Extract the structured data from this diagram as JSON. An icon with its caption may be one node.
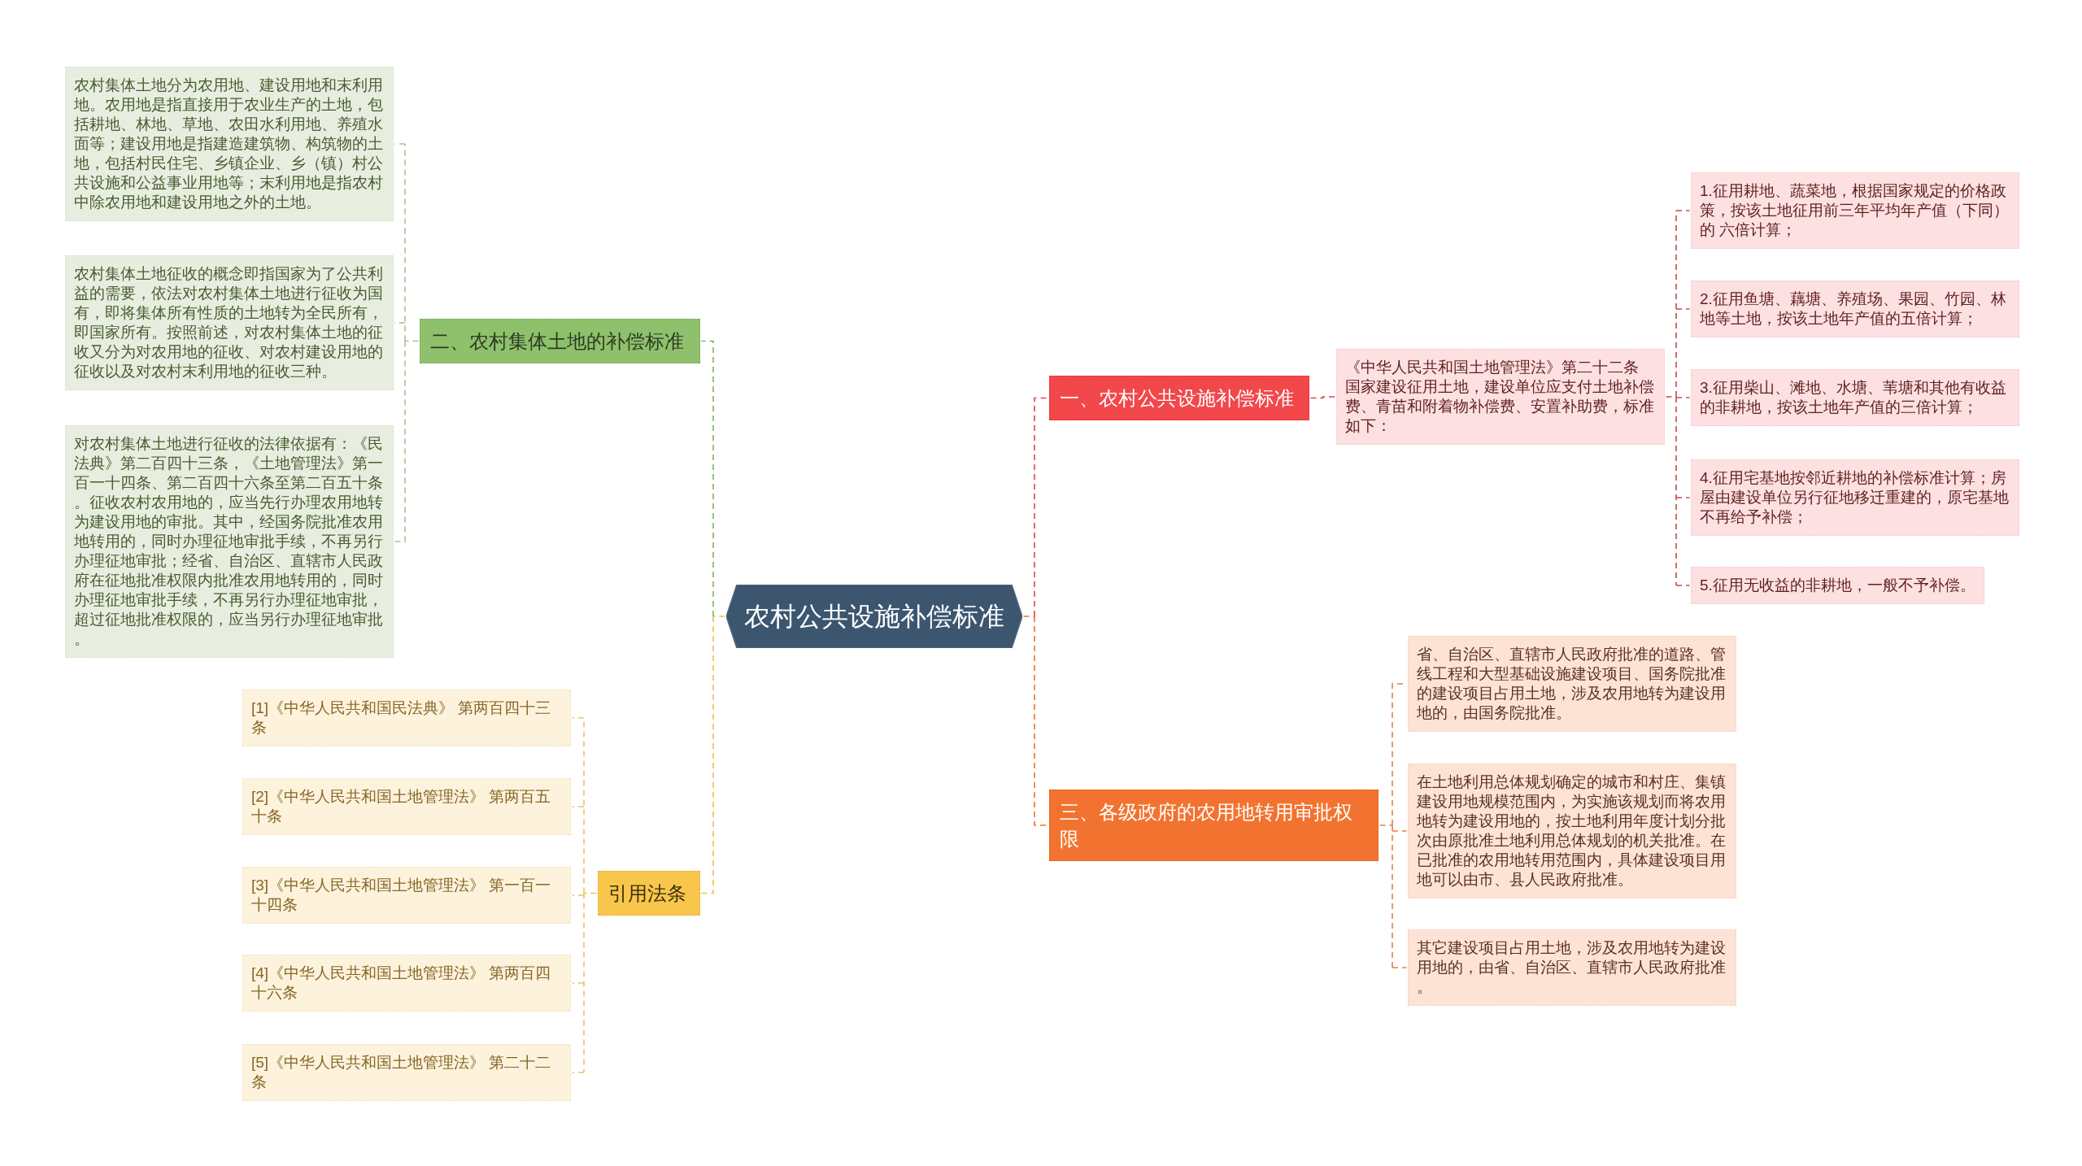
{
  "diagram": {
    "nodes": [
      {
        "text": [
          "农村公共设施补偿标准"
        ]
      },
      {
        "text": [
          "一、农村公共设施补偿标准"
        ]
      },
      {
        "text": [
          "《中华人民共和国土地管理法》第二十二条",
          "国家建设征用土地，建设单位应支付土地补偿费、青苗和附着物补偿费、安置补助费，标准如下："
        ]
      },
      {
        "text": [
          "1.征用耕地、蔬菜地，根据国家规定的价格政策，按该土地征用前三年平均年产值（下同）的 六倍计算；"
        ]
      },
      {
        "text": [
          "2.征用鱼塘、藕塘、养殖场、果园、竹园、林地等土地，按该土地年产值的五倍计算；"
        ]
      },
      {
        "text": [
          "3.征用柴山、滩地、水塘、苇塘和其他有收益的非耕地，按该土地年产值的三倍计算；"
        ]
      },
      {
        "text": [
          "4.征用宅基地按邻近耕地的补偿标准计算；房屋由建设单位另行征地移迁重建的，原宅基地不再给予补偿；"
        ]
      },
      {
        "text": [
          "5.征用无收益的非耕地，一般不予补偿。"
        ]
      },
      {
        "text": [
          "二、农村集体土地的补偿标准"
        ]
      },
      {
        "text": [
          "农村集体土地分为农用地、建设用地和末利用地。农用地是指直接用于农业生产的土地，包括耕地、林地、草地、农田水利用地、养殖水面等；建设用地是指建造建筑物、构筑物的土地，包括村民住宅、乡镇企业、乡（镇）村公共设施和公益事业用地等；末利用地是指农村中除农用地和建设用地之外的土地。"
        ]
      },
      {
        "text": [
          "农村集体土地征收的概念即指国家为了公共利益的需要，依法对农村集体土地进行征收为国有，即将集体所有性质的土地转为全民所有，即国家所有。按照前述，对农村集体土地的征收又分为对农用地的征收、对农村建设用地的征收以及对农村末利用地的征收三种。"
        ]
      },
      {
        "text": [
          "对农村集体土地进行征收的法律依据有：《民法典》第二百四十三条，《土地管理法》第一百一十四条、第二百四十六条至第二百五十条。征收农村农用地的，应当先行办理农用地转为建设用地的审批。其中，经国务院批准农用地转用的，同时办理征地审批手续，不再另行办理征地审批；经省、自治区、直辖市人民政府在征地批准权限内批准农用地转用的，同时办理征地审批手续，不再另行办理征地审批，超过征地批准权限的，应当另行办理征地审批。"
        ]
      },
      {
        "text": [
          "三、各级政府的农用地转用审批权限"
        ]
      },
      {
        "text": [
          "省、自治区、直辖市人民政府批准的道路、管线工程和大型基础设施建设项目、国务院批准的建设项目占用土地，涉及农用地转为建设用地的，由国务院批准。"
        ]
      },
      {
        "text": [
          "在土地利用总体规划确定的城市和村庄、集镇建设用地规模范围内，为实施该规划而将农用地转为建设用地的，按土地利用年度计划分批次由原批准土地利用总体规划的机关批准。在已批准的农用地转用范围内，具体建设项目用地可以由市、县人民政府批准。"
        ]
      },
      {
        "text": [
          "其它建设项目占用土地，涉及农用地转为建设用地的，由省、自治区、直辖市人民政府批准。"
        ]
      },
      {
        "text": [
          "引用法条"
        ]
      },
      {
        "text": [
          "[1]《中华人民共和国民法典》 第两百四十三条"
        ]
      },
      {
        "text": [
          "[2]《中华人民共和国土地管理法》 第两百五十条"
        ]
      },
      {
        "text": [
          "[3]《中华人民共和国土地管理法》 第一百一十四条"
        ]
      },
      {
        "text": [
          "[4]《中华人民共和国土地管理法》 第两百四十六条"
        ]
      },
      {
        "text": [
          "[5]《中华人民共和国土地管理法》 第二十二条"
        ]
      }
    ],
    "edges": [
      {
        "from": 0,
        "to": 1,
        "arrow": "none",
        "style": "dashed",
        "color": "#e04549"
      },
      {
        "from": 1,
        "to": 2,
        "arrow": "none",
        "style": "dashed",
        "color": "#e04549"
      },
      {
        "from": 2,
        "to": 3,
        "arrow": "none",
        "style": "dashed",
        "color": "#c9474a"
      },
      {
        "from": 2,
        "to": 4,
        "arrow": "none",
        "style": "dashed",
        "color": "#c9474a"
      },
      {
        "from": 2,
        "to": 5,
        "arrow": "none",
        "style": "dashed",
        "color": "#c9474a"
      },
      {
        "from": 2,
        "to": 6,
        "arrow": "none",
        "style": "dashed",
        "color": "#c9474a"
      },
      {
        "from": 2,
        "to": 7,
        "arrow": "none",
        "style": "dashed",
        "color": "#c9474a"
      },
      {
        "from": 0,
        "to": 8,
        "arrow": "none",
        "style": "dashed",
        "color": "#7fb35c"
      },
      {
        "from": 8,
        "to": 9,
        "arrow": "none",
        "style": "dashed",
        "color": "#a8c48e"
      },
      {
        "from": 8,
        "to": 10,
        "arrow": "none",
        "style": "dashed",
        "color": "#a8c48e"
      },
      {
        "from": 8,
        "to": 11,
        "arrow": "none",
        "style": "dashed",
        "color": "#a8c48e"
      },
      {
        "from": 0,
        "to": 12,
        "arrow": "none",
        "style": "dashed",
        "color": "#e8722f"
      },
      {
        "from": 12,
        "to": 13,
        "arrow": "none",
        "style": "dashed",
        "color": "#e08050"
      },
      {
        "from": 12,
        "to": 14,
        "arrow": "none",
        "style": "dashed",
        "color": "#e08050"
      },
      {
        "from": 12,
        "to": 15,
        "arrow": "none",
        "style": "dashed",
        "color": "#e08050"
      },
      {
        "from": 0,
        "to": 16,
        "arrow": "none",
        "style": "dashed",
        "color": "#f0bf45"
      },
      {
        "from": 16,
        "to": 17,
        "arrow": "none",
        "style": "dashed",
        "color": "#e8c36a"
      },
      {
        "from": 16,
        "to": 18,
        "arrow": "none",
        "style": "dashed",
        "color": "#e8c36a"
      },
      {
        "from": 16,
        "to": 19,
        "arrow": "none",
        "style": "dashed",
        "color": "#e8c36a"
      },
      {
        "from": 16,
        "to": 20,
        "arrow": "none",
        "style": "dashed",
        "color": "#e8c36a"
      },
      {
        "from": 16,
        "to": 21,
        "arrow": "none",
        "style": "dashed",
        "color": "#e8c36a"
      }
    ]
  }
}
